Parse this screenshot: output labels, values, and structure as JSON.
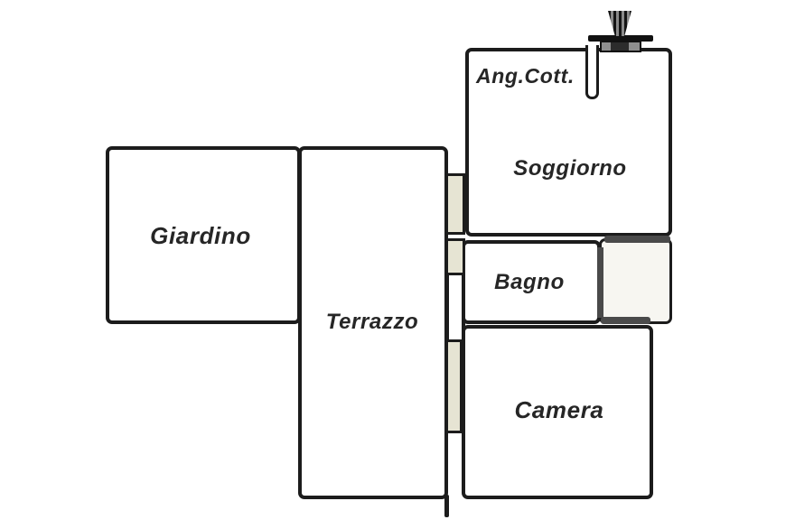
{
  "plan": {
    "type": "floor-plan",
    "labels": {
      "giardino": "Giardino",
      "terrazzo": "Terrazzo",
      "ang_cott": "Ang.Cott.",
      "soggiorno": "Soggiorno",
      "bagno": "Bagno",
      "camera": "Camera"
    },
    "unlabeled_rooms": [
      {
        "id": "storage-shaft",
        "label": ""
      }
    ],
    "icons": [
      {
        "name": "chimney-flue-icon",
        "description": "striped funnel flue symbol on top wall of Soggiorno"
      }
    ],
    "colors": {
      "wall": "#1c1c1c",
      "window_fill": "#e6e4d3",
      "shaft_fill": "#f7f6f1",
      "gray_wall": "#4a4a4a",
      "background": "#ffffff",
      "label_text": "#262626"
    }
  }
}
